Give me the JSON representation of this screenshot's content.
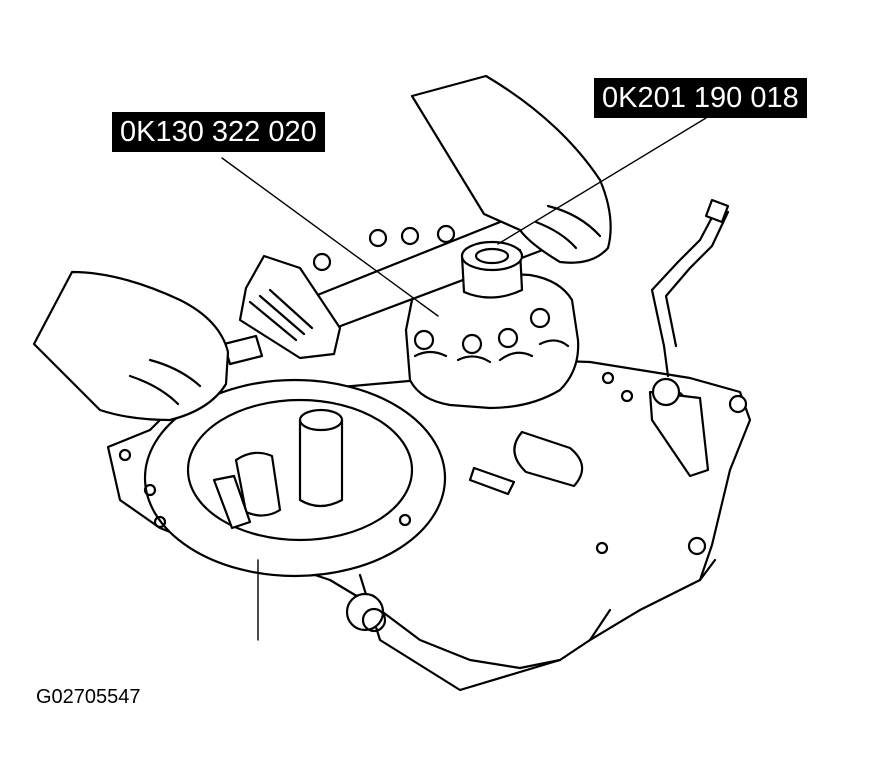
{
  "callouts": {
    "tool_1": "0K130 322 020",
    "tool_2": "0K201 190 018"
  },
  "figure_code": "G02705547"
}
